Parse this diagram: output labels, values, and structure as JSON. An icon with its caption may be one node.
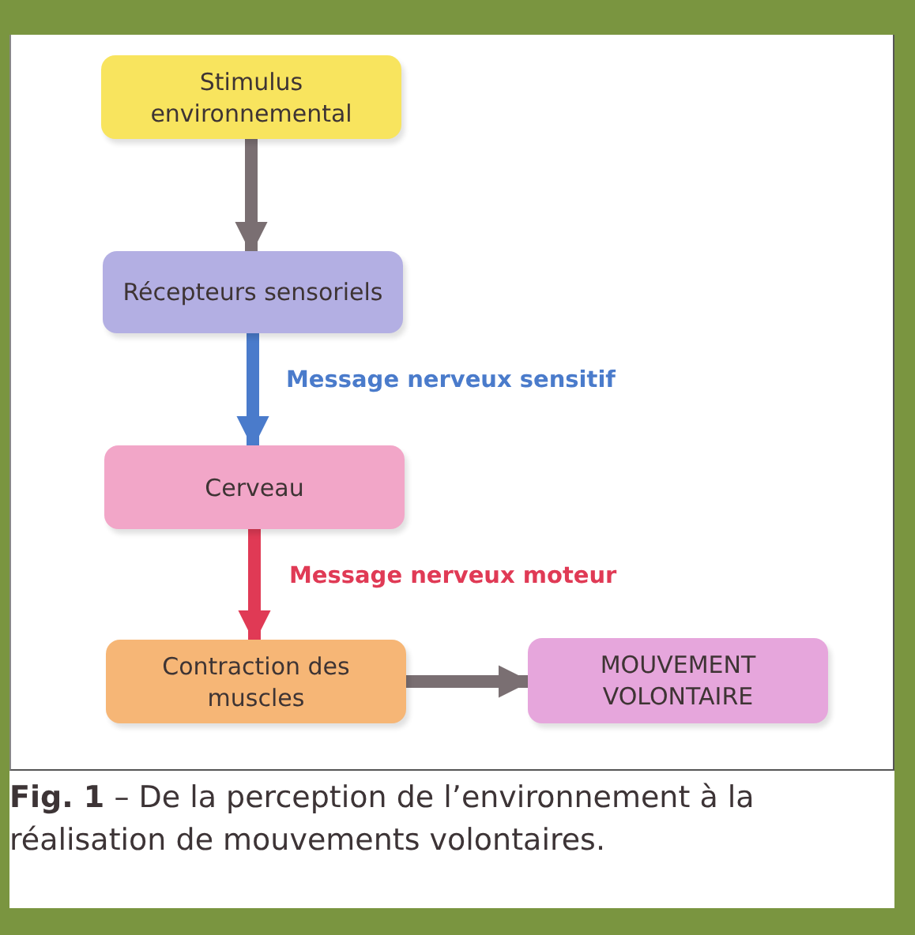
{
  "diagram": {
    "caption": "**Fig. 1** – De la perception de l’environnement à la réalisation de mouvements volontaires.",
    "nodes": [
      {
        "text": [
          "Stimulus environnemental"
        ]
      },
      {
        "text": [
          "Récepteurs sensoriels"
        ]
      },
      {
        "text": [
          "Cerveau"
        ]
      },
      {
        "text": [
          "Contraction des muscles"
        ]
      },
      {
        "text": [
          "MOUVEMENT VOLONTAIRE"
        ]
      }
    ],
    "edges": [
      {
        "from": 0,
        "to": 1,
        "arrow": "to"
      },
      {
        "from": 1,
        "to": 2,
        "arrow": "to",
        "label": "Message nerveux sensitif",
        "color": "#4a7bcb"
      },
      {
        "from": 2,
        "to": 3,
        "arrow": "to",
        "label": "Message nerveux moteur",
        "color": "#e03a55"
      },
      {
        "from": 3,
        "to": 4,
        "arrow": "to"
      }
    ]
  }
}
